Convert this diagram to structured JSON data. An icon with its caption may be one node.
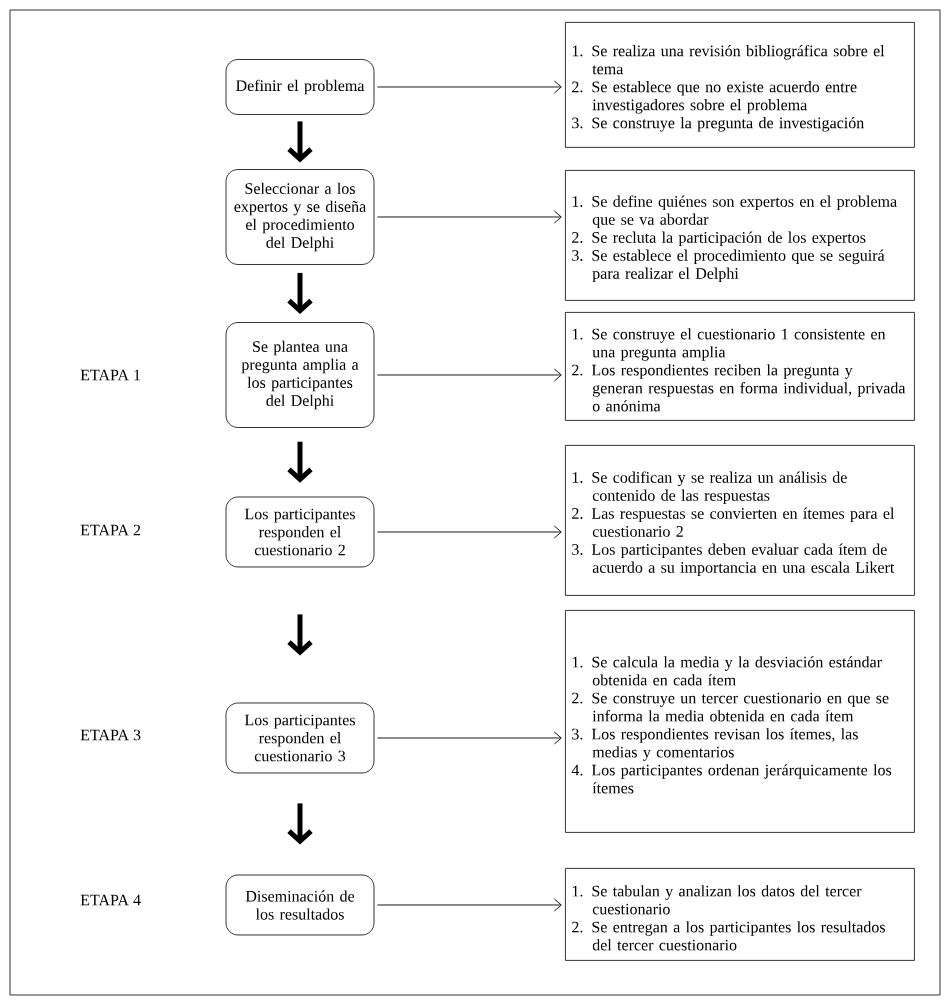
{
  "diagram": {
    "nodes": [
      {
        "text": [
          "Definir el problema"
        ]
      },
      {
        "text": [
          "1. Se realiza una revisión bibliográfica sobre el tema",
          "2. Se establece que no existe acuerdo entre investigadores sobre el problema",
          "3. Se construye la pregunta de investigación"
        ]
      },
      {
        "text": [
          "Seleccionar a los expertos y se diseña el procedimiento del Delphi"
        ]
      },
      {
        "text": [
          "1. Se define quiénes son expertos en el problema que se va abordar",
          "2. Se recluta la participación de los expertos",
          "3. Se establece el procedimiento que se seguirá para realizar el Delphi"
        ]
      },
      {
        "text": [
          "Se plantea una pregunta amplia a los participantes del Delphi"
        ]
      },
      {
        "text": [
          "1. Se construye el cuestionario 1 consistente en una pregunta amplia",
          "2. Los respondientes reciben la pregunta y generan respuestas en forma individual, privada o anónima"
        ]
      },
      {
        "text": [
          "Los participantes responden el cuestionario 2"
        ]
      },
      {
        "text": [
          "1. Se codifican y se realiza un análisis de contenido de las respuestas",
          "2. Las respuestas se convierten en ítemes para el cuestionario 2",
          "3. Los participantes deben evaluar cada ítem de acuerdo a su importancia en una escala Likert"
        ]
      },
      {
        "text": [
          "Los participantes responden el cuestionario 3"
        ]
      },
      {
        "text": [
          "1. Se calcula la media y la desviación estándar obtenida en cada ítem",
          "2. Se construye un tercer cuestionario en que se informa la media obtenida en cada ítem",
          "3. Los respondientes revisan los ítemes, las medias y comentarios",
          "4. Los participantes ordenan jerárquicamente los ítemes"
        ]
      },
      {
        "text": [
          "Diseminación de los resultados"
        ]
      },
      {
        "text": [
          "1. Se tabulan y analizan los datos del tercer cuestionario",
          "2. Se entregan a los participantes los resultados del tercer cuestionario"
        ]
      }
    ],
    "edges": [
      {
        "from": 0,
        "to": 1,
        "arrow": "to"
      },
      {
        "from": 0,
        "to": 2,
        "arrow": "to",
        "style": "thick"
      },
      {
        "from": 2,
        "to": 3,
        "arrow": "to"
      },
      {
        "from": 2,
        "to": 4,
        "arrow": "to",
        "style": "thick"
      },
      {
        "from": 4,
        "to": 5,
        "arrow": "to"
      },
      {
        "from": 4,
        "to": 6,
        "arrow": "to",
        "style": "thick"
      },
      {
        "from": 6,
        "to": 7,
        "arrow": "to"
      },
      {
        "from": 6,
        "to": 8,
        "arrow": "to",
        "style": "thick"
      },
      {
        "from": 8,
        "to": 9,
        "arrow": "to"
      },
      {
        "from": 8,
        "to": 10,
        "arrow": "to",
        "style": "thick"
      },
      {
        "from": 10,
        "to": 11,
        "arrow": "to"
      }
    ],
    "labels": [
      "ETAPA 1",
      "ETAPA 2",
      "ETAPA 3",
      "ETAPA 4"
    ]
  }
}
